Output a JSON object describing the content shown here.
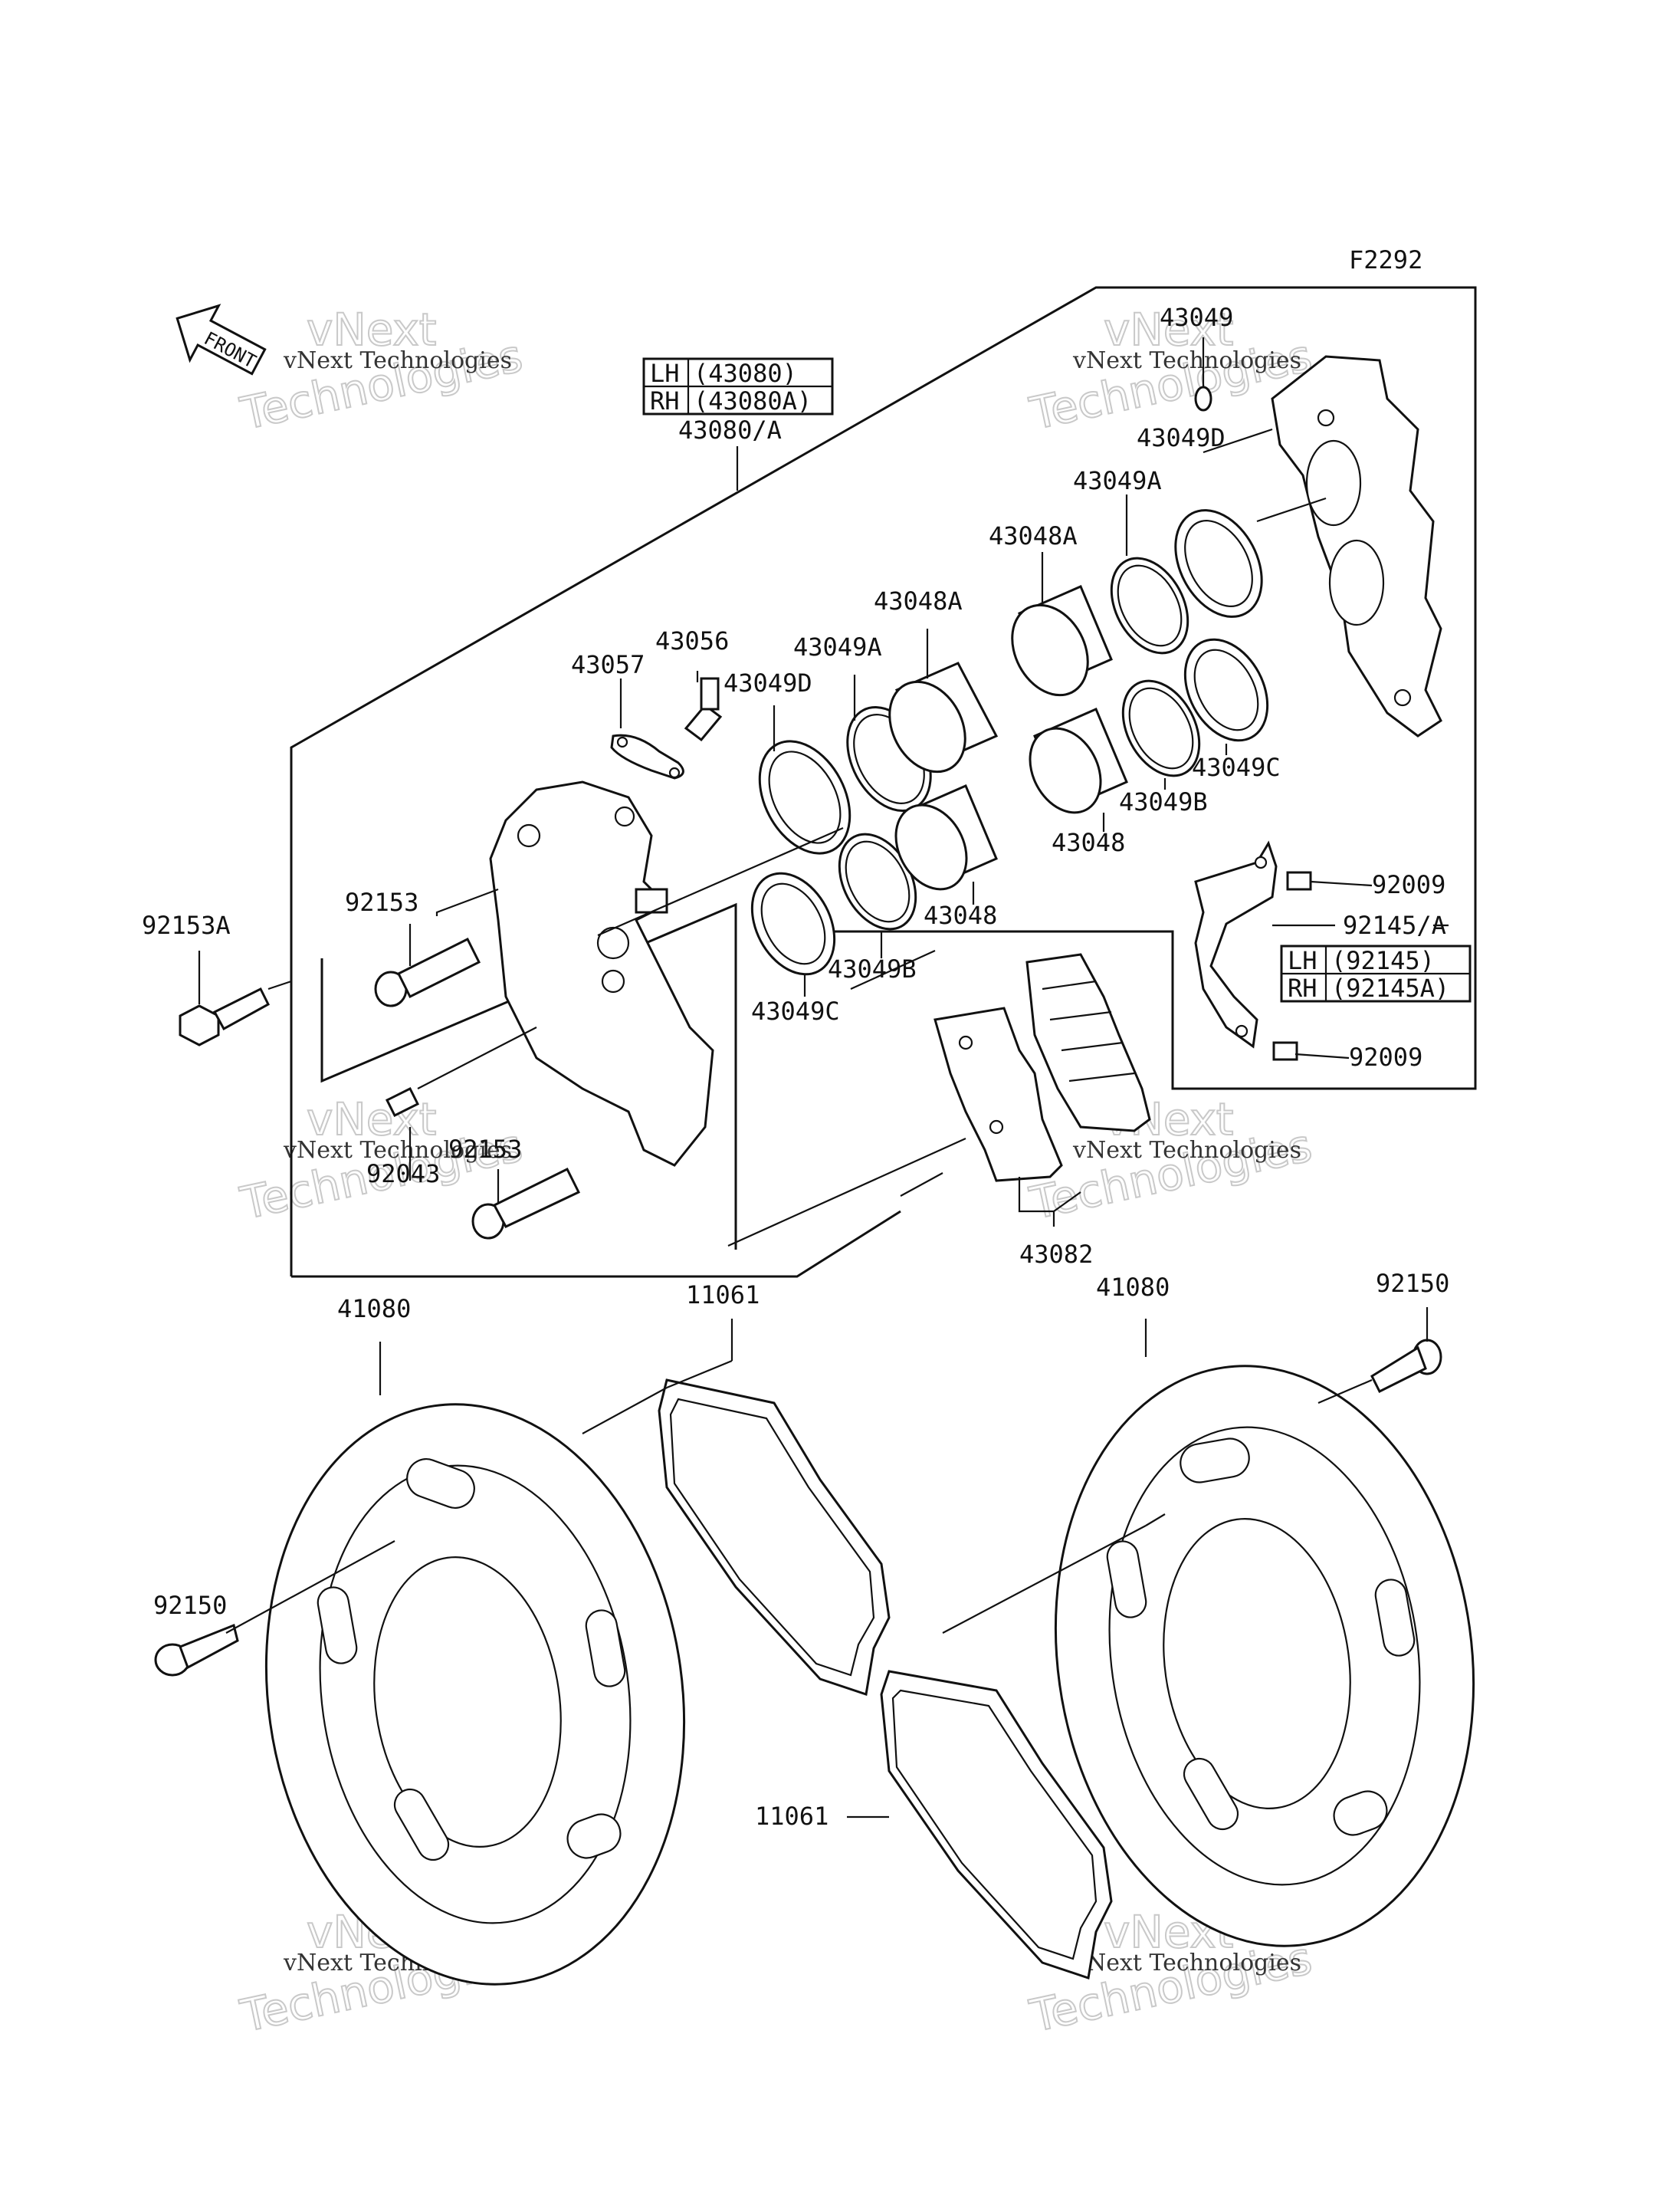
{
  "ref_code": "F2292",
  "front_label": "FRONT",
  "table_caliper": {
    "rows": [
      {
        "side": "LH",
        "part": "(43080)"
      },
      {
        "side": "RH",
        "part": "(43080A)"
      }
    ],
    "assembly": "43080/A"
  },
  "table_bracket": {
    "rows": [
      {
        "side": "LH",
        "part": "(92145)"
      },
      {
        "side": "RH",
        "part": "(92145A)"
      }
    ],
    "assembly": "92145/A"
  },
  "parts": {
    "p43049": "43049",
    "p43049D_r": "43049D",
    "p43049A_r": "43049A",
    "p43048A_r": "43048A",
    "p43048A_l": "43048A",
    "p43049A_l": "43049A",
    "p43049D_l": "43049D",
    "p43056": "43056",
    "p43057": "43057",
    "p43049C_r": "43049C",
    "p43049B_r": "43049B",
    "p43048_r": "43048",
    "p43048_l": "43048",
    "p43049B_l": "43049B",
    "p43049C_l": "43049C",
    "p92009_a": "92009",
    "p92009_b": "92009",
    "p92153A": "92153A",
    "p92153_a": "92153",
    "p92153_b": "92153",
    "p92043": "92043",
    "p43082": "43082",
    "p41080_l": "41080",
    "p41080_r": "41080",
    "p11061_a": "11061",
    "p11061_b": "11061",
    "p92150_l": "92150",
    "p92150_r": "92150"
  },
  "watermark": {
    "small": "vNext Technologies",
    "big_top": "vNext",
    "big_bottom": "Technologies"
  }
}
